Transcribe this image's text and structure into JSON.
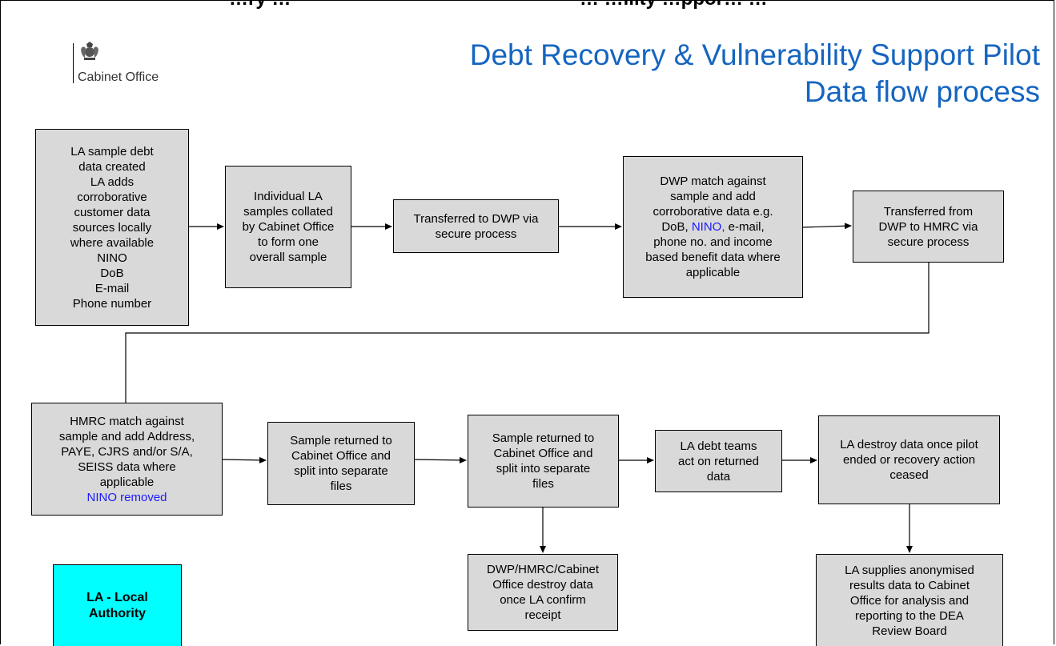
{
  "header_strip": {
    "left_text": "…ry …",
    "right_text": "… …ility …ppor… …"
  },
  "logo": {
    "name": "Cabinet Office",
    "icon": "royal-crest-icon"
  },
  "title": {
    "line1": "Debt Recovery & Vulnerability Support Pilot",
    "line2": "Data flow process"
  },
  "steps": {
    "la_sample": [
      "LA sample debt",
      "data created",
      "LA adds",
      "corroborative",
      "customer data",
      "sources locally",
      "where available",
      "NINO",
      "DoB",
      "E-mail",
      "Phone number"
    ],
    "collated": [
      "Individual LA",
      "samples collated",
      "by Cabinet Office",
      "to form one",
      "overall sample"
    ],
    "to_dwp": [
      "Transferred to DWP via",
      "secure process"
    ],
    "dwp_match": {
      "line1": "DWP match against",
      "line2": "sample and add",
      "line3": "corroborative data e.g.",
      "line4_pre": "DoB, ",
      "line4_nino": "NINO,",
      "line4_post": " e-mail,",
      "line5": "phone no. and income",
      "line6": "based benefit data where",
      "line7": "applicable"
    },
    "to_hmrc": [
      "Transferred from",
      "DWP to HMRC via",
      "secure process"
    ],
    "hmrc_match": {
      "lines": [
        "HMRC match against",
        "sample and add Address,",
        "PAYE, CJRS and/or S/A,",
        "SEISS data where",
        "applicable"
      ],
      "nino_removed": "NINO removed"
    },
    "returned_1": [
      "Sample returned to",
      "Cabinet Office  and",
      "split into separate",
      "files"
    ],
    "returned_2": [
      "Sample returned to",
      "Cabinet Office and",
      "split into separate",
      "files"
    ],
    "la_act": [
      "LA debt teams",
      "act on returned",
      "data"
    ],
    "la_destroy": [
      "LA destroy data once pilot",
      "ended or recovery action",
      "ceased"
    ],
    "gov_destroy": [
      "DWP/HMRC/Cabinet",
      "Office destroy data",
      "once LA confirm",
      "receipt"
    ],
    "la_supplies": [
      "LA supplies anonymised",
      "results data to Cabinet",
      "Office for analysis and",
      "reporting to the DEA",
      "Review Board"
    ]
  },
  "legend": {
    "line1": "LA - Local",
    "line2": "Authority"
  },
  "colors": {
    "box_fill": "#d9d9d9",
    "title_blue": "#1565c0",
    "nino_blue": "#1a1aff",
    "legend_fill": "#00ffff"
  }
}
